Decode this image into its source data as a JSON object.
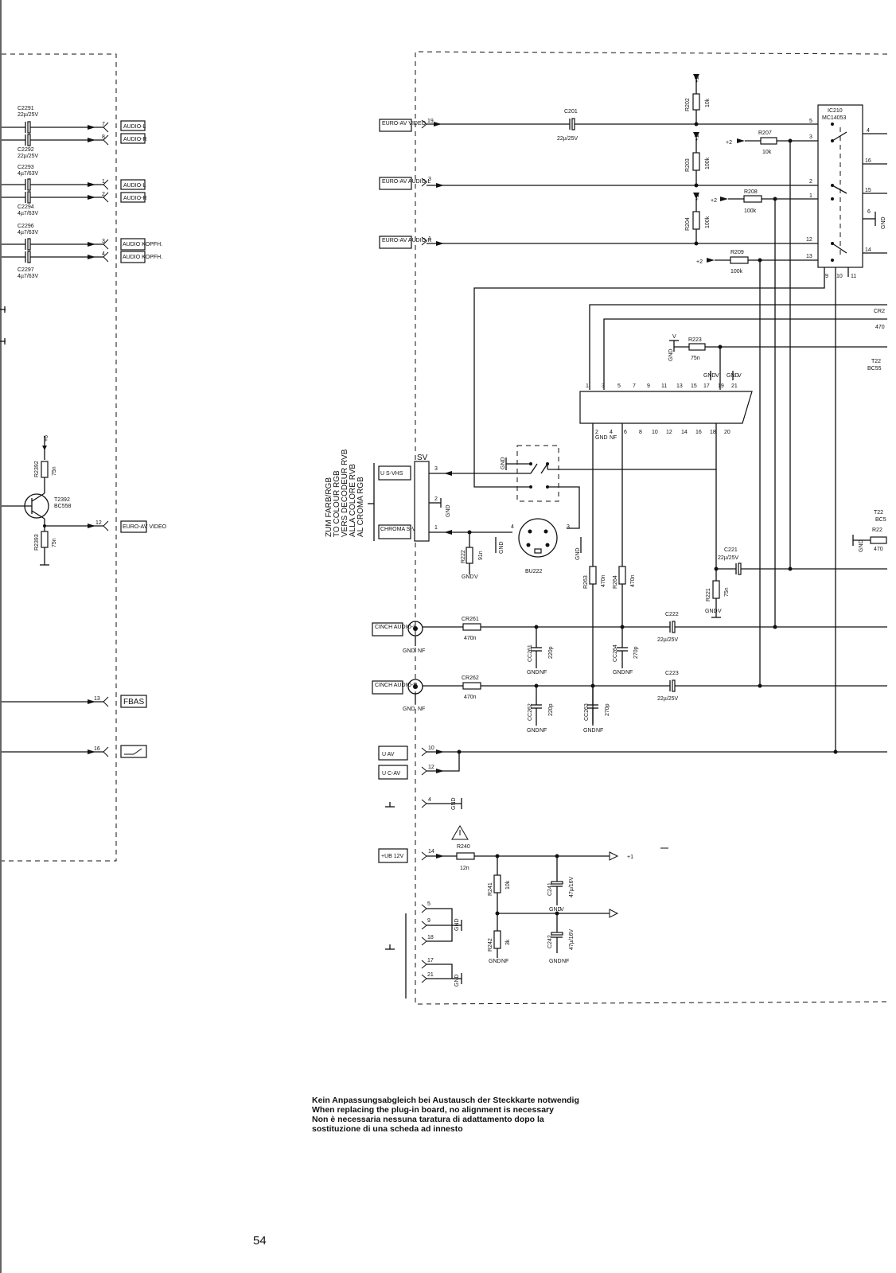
{
  "left_section": {
    "capacitors": [
      {
        "ref": "C2291",
        "value": "22µ/25V"
      },
      {
        "ref": "C2292",
        "value": "22µ/25V"
      },
      {
        "ref": "C2293",
        "value": "4µ7/63V"
      },
      {
        "ref": "C2294",
        "value": "4µ7/63V"
      },
      {
        "ref": "C2296",
        "value": "4µ7/63V"
      },
      {
        "ref": "C2297",
        "value": "4µ7/63V"
      }
    ],
    "pins": [
      "7",
      "8",
      "1",
      "2",
      "3",
      "4",
      "12",
      "13",
      "16"
    ],
    "connector_labels": [
      "AUDIO-L",
      "AUDIO-R",
      "AUDIO-L",
      "AUDIO-R",
      "AUDIO KOPFH.",
      "AUDIO KOPFH.",
      "EURO-AV VIDEO",
      "FBAS"
    ],
    "transistor": {
      "ref": "T2392",
      "type": "BC558"
    },
    "resistors": [
      {
        "ref": "R2392",
        "value": "75n"
      },
      {
        "ref": "R2393",
        "value": "75n"
      }
    ],
    "supply": "+6"
  },
  "inputs": [
    {
      "label": "EURO-AV VIDEO",
      "pin": "19"
    },
    {
      "label": "EURO-AV AUDIO-L",
      "pin": "3"
    },
    {
      "label": "EURO-AV AUDIO-R",
      "pin": "1"
    }
  ],
  "svhs": {
    "vertical_note": [
      "ZUM FARB/RGB",
      "TO COLOUR RGB",
      "VERS DECODEUR RVB",
      "ALLA COLORE RVB",
      "AL CROMA RGB"
    ],
    "block": "SV",
    "labels": [
      "U S-VHS",
      "CHROMA S-VHS"
    ],
    "pins": [
      "3",
      "2",
      "1",
      "4",
      "3"
    ],
    "socket": "BU222",
    "r222": {
      "ref": "R222",
      "value": "91n"
    }
  },
  "ic": {
    "ref": "IC210",
    "type": "MC14053",
    "pins": [
      "5",
      "3",
      "2",
      "1",
      "12",
      "13",
      "9",
      "10",
      "11",
      "4",
      "16",
      "15",
      "6",
      "14"
    ]
  },
  "components": {
    "c201": {
      "ref": "C201",
      "value": "22µ/25V"
    },
    "r202": {
      "ref": "R202",
      "value": "10k"
    },
    "r203": {
      "ref": "R203",
      "value": "100k"
    },
    "r204": {
      "ref": "R204",
      "value": "100k"
    },
    "r207": {
      "ref": "R207",
      "value": "10k"
    },
    "r208": {
      "ref": "R208",
      "value": "100k"
    },
    "r209": {
      "ref": "R209",
      "value": "100k"
    },
    "r223": {
      "ref": "R223",
      "value": "75n"
    },
    "c221": {
      "ref": "C221",
      "value": "22µ/25V"
    },
    "r221": {
      "ref": "R221",
      "value": "75n"
    },
    "r263": {
      "ref": "R263",
      "value": "470n"
    },
    "r264": {
      "ref": "R264",
      "value": "470n"
    },
    "cr261": {
      "ref": "CR261",
      "value": "470n"
    },
    "cr262": {
      "ref": "CR262",
      "value": "470n"
    },
    "cc261": {
      "ref": "CC261",
      "value": "220p"
    },
    "cc262": {
      "ref": "CC262",
      "value": "220p"
    },
    "cc263": {
      "ref": "CC263",
      "value": "270p"
    },
    "cc264": {
      "ref": "CC264",
      "value": "270p"
    },
    "c222": {
      "ref": "C222",
      "value": "22µ/25V"
    },
    "c223": {
      "ref": "C223",
      "value": "22µ/25V"
    },
    "r240": {
      "ref": "R240",
      "value": "12n"
    },
    "r241": {
      "ref": "R241",
      "value": "10k"
    },
    "r242": {
      "ref": "R242",
      "value": "3k"
    },
    "c241": {
      "ref": "C241",
      "value": "47µ/16V"
    },
    "c242": {
      "ref": "C242",
      "value": "47µ/16V"
    }
  },
  "scart": {
    "top_pins": [
      "1",
      "3",
      "5",
      "7",
      "9",
      "11",
      "13",
      "15",
      "17",
      "19",
      "21"
    ],
    "bottom_pins": [
      "2",
      "4",
      "6",
      "8",
      "10",
      "12",
      "14",
      "16",
      "18",
      "20"
    ]
  },
  "cinch": [
    {
      "label": "CINCH AUDIO-L"
    },
    {
      "label": "CINCH AUDIO-R"
    }
  ],
  "lower_inputs": [
    {
      "label": "U AV",
      "pin": "10"
    },
    {
      "label": "U C-AV",
      "pin": "12"
    },
    {
      "label": "",
      "pin": "4"
    },
    {
      "label": "+UB 12V",
      "pin": "14"
    }
  ],
  "ground_pins": [
    "5",
    "9",
    "18",
    "17",
    "21"
  ],
  "right_edge": {
    "labels": [
      "CR2",
      "470",
      "T22",
      "BC55",
      "T22",
      "BC5",
      "R22",
      "470"
    ]
  },
  "common": {
    "gnd": "GND",
    "nf": "NF",
    "v": "V",
    "supply_plus2": "+2",
    "supply_plus1": "+1"
  },
  "footnote": [
    "Kein Anpassungsabgleich bei Austausch der Steckkarte notwendig",
    "When replacing the plug-in board, no alignment is necessary",
    "Non è necessaria nessuna taratura di adattamento dopo la",
    "sostituzione di una scheda ad innesto"
  ],
  "page_number": "54"
}
